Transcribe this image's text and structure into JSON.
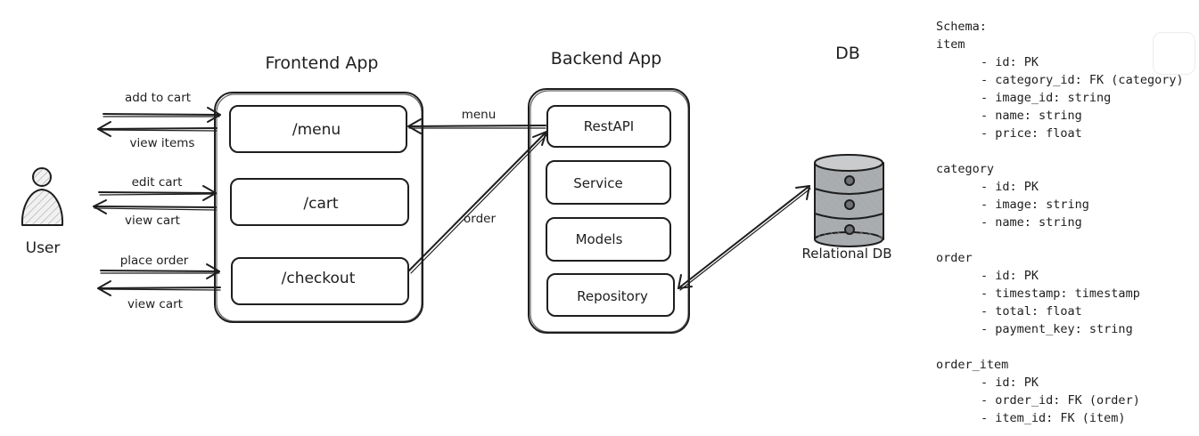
{
  "titles": {
    "frontend": "Frontend App",
    "backend": "Backend App",
    "db": "DB"
  },
  "user": {
    "label": "User"
  },
  "frontend_routes": [
    "/menu",
    "/cart",
    "/checkout"
  ],
  "backend_components": [
    "RestAPI",
    "Service",
    "Models",
    "Repository"
  ],
  "database": {
    "label": "Relational DB"
  },
  "edges": {
    "add_to_cart": "add to cart",
    "view_items": "view items",
    "edit_cart": "edit cart",
    "view_cart_1": "view cart",
    "place_order": "place order",
    "view_cart_2": "view cart",
    "menu": "menu",
    "order": "order"
  },
  "schema": {
    "heading": "Schema:",
    "tables": [
      {
        "name": "item",
        "fields": [
          "id: PK",
          "category_id: FK (category)",
          "image_id: string",
          "name: string",
          "price: float"
        ]
      },
      {
        "name": "category",
        "fields": [
          "id: PK",
          "image: string",
          "name: string"
        ]
      },
      {
        "name": "order",
        "fields": [
          "id: PK",
          "timestamp: timestamp",
          "total: float",
          "payment_key: string"
        ]
      },
      {
        "name": "order_item",
        "fields": [
          "id: PK",
          "order_id: FK (order)",
          "item_id: FK (item)"
        ]
      }
    ]
  },
  "colors": {
    "stroke": "#1e1e1e",
    "db_fill": "#a9acaf",
    "user_fill": "#e6e6e6"
  }
}
